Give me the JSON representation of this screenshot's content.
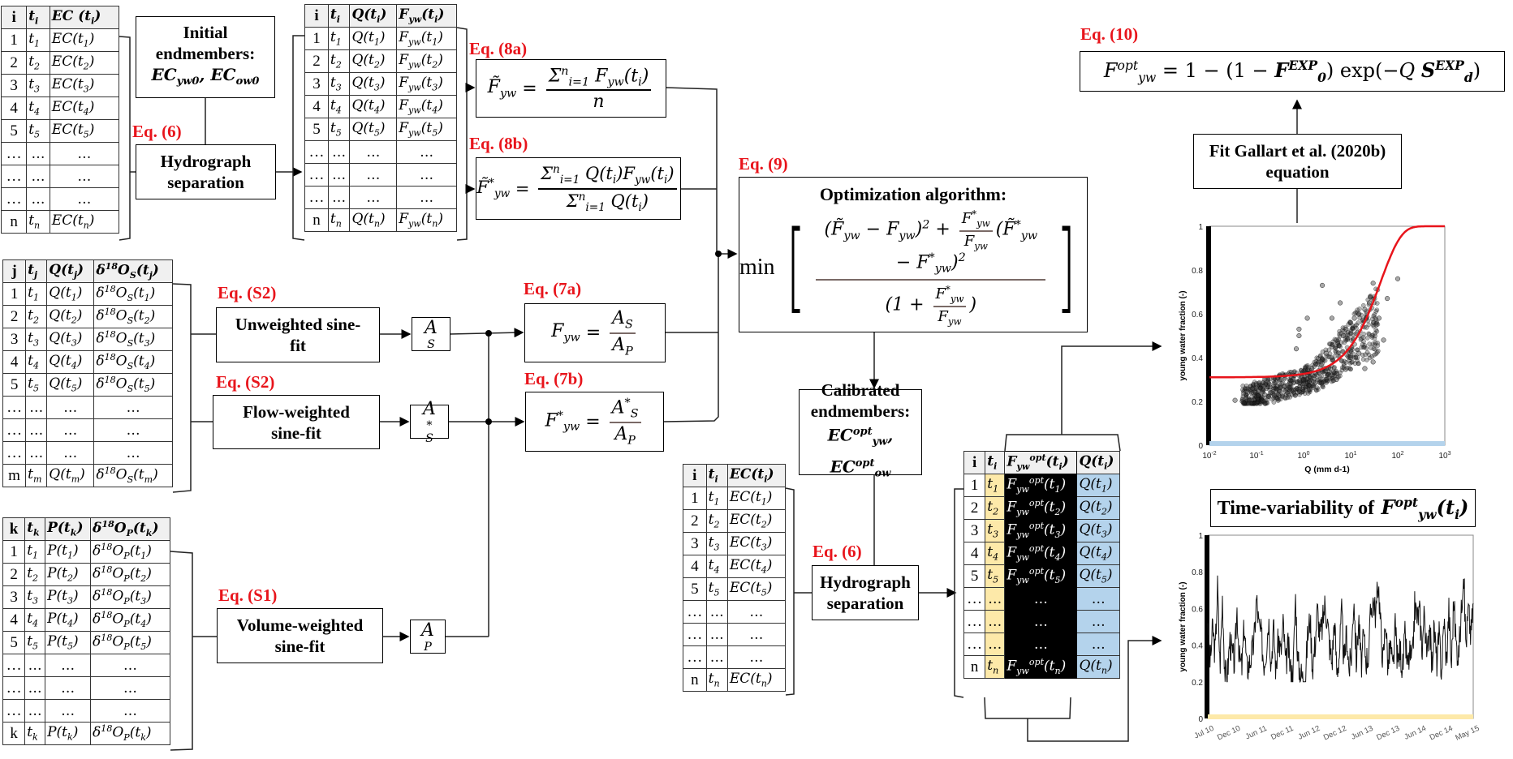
{
  "eq_labels": {
    "eq6_top": "Eq. (6)",
    "eq8a": "Eq. (8a)",
    "eq8b": "Eq. (8b)",
    "eq9": "Eq. (9)",
    "eq10": "Eq. (10)",
    "eqS2_a": "Eq. (S2)",
    "eqS2_b": "Eq. (S2)",
    "eq7a": "Eq. (7a)",
    "eq7b": "Eq. (7b)",
    "eqS1": "Eq. (S1)",
    "eq6_bottom": "Eq. (6)"
  },
  "boxes": {
    "initial_endmembers": {
      "line1": "Initial",
      "line2": "endmembers:",
      "line3": "ECyw0, ECow0"
    },
    "hydrograph_top": {
      "line1": "Hydrograph",
      "line2": "separation"
    },
    "hydrograph_bottom": {
      "line1": "Hydrograph",
      "line2": "separation"
    },
    "unweighted": {
      "line1": "Unweighted sine-",
      "line2": "fit"
    },
    "flow_weighted": {
      "line1": "Flow-weighted",
      "line2": "sine-fit"
    },
    "volume_weighted": {
      "line1": "Volume-weighted",
      "line2": "sine-fit"
    },
    "calibrated": {
      "line1": "Calibrated",
      "line2": "endmembers:",
      "line3": "ECyw^opt, ECow^opt"
    },
    "optimization": {
      "title": "Optimization algorithm:",
      "prefix": "min"
    },
    "fit_gallart": {
      "line1": "Fit Gallart et al. (2020b)",
      "line2": "equation"
    },
    "time_variability": {
      "title": "Time-variability of"
    },
    "amp_s": "A_S",
    "amp_s_star": "A_S*",
    "amp_p": "A_P"
  },
  "equations": {
    "eq8a": {
      "lhs": "F̃yw =",
      "num": "Σ_{i=1}^n Fyw(ti)",
      "den": "n"
    },
    "eq8b": {
      "lhs": "F̃*yw =",
      "num": "Σ_{i=1}^n Q(ti)Fyw(ti)",
      "den": "Σ_{i=1}^n Q(ti)"
    },
    "eq7a": {
      "lhs": "Fyw =",
      "num": "A_S",
      "den": "A_P"
    },
    "eq7b": {
      "lhs": "F*yw =",
      "num": "A*_S",
      "den": "A_P"
    },
    "eq10": "Fyw^opt = 1 − (1 − F0^EXP) exp(−Q Sd^EXP)"
  },
  "tables": {
    "ec_top": {
      "headers": [
        "i",
        "ti",
        "EC (ti)"
      ],
      "rows": [
        [
          "1",
          "t1",
          "EC(t1)"
        ],
        [
          "2",
          "t2",
          "EC(t2)"
        ],
        [
          "3",
          "t3",
          "EC(t3)"
        ],
        [
          "4",
          "t4",
          "EC(t4)"
        ],
        [
          "5",
          "t5",
          "EC(t5)"
        ],
        [
          "...",
          "...",
          "..."
        ],
        [
          "...",
          "...",
          "..."
        ],
        [
          "...",
          "...",
          "..."
        ],
        [
          "n",
          "tn",
          "EC(tn)"
        ]
      ]
    },
    "q_fyw": {
      "headers": [
        "i",
        "ti",
        "Q(ti)",
        "Fyw(ti)"
      ],
      "rows": [
        [
          "1",
          "t1",
          "Q(t1)",
          "Fyw(t1)"
        ],
        [
          "2",
          "t2",
          "Q(t2)",
          "Fyw(t2)"
        ],
        [
          "3",
          "t3",
          "Q(t3)",
          "Fyw(t3)"
        ],
        [
          "4",
          "t4",
          "Q(t4)",
          "Fyw(t4)"
        ],
        [
          "5",
          "t5",
          "Q(t5)",
          "Fyw(t5)"
        ],
        [
          "...",
          "...",
          "...",
          "..."
        ],
        [
          "...",
          "...",
          "...",
          "..."
        ],
        [
          "...",
          "...",
          "...",
          "..."
        ],
        [
          "n",
          "tn",
          "Q(tn)",
          "Fyw(tn)"
        ]
      ]
    },
    "streamflow": {
      "headers": [
        "j",
        "tj",
        "Q(tj)",
        "δ18OS(tj)"
      ],
      "rows": [
        [
          "1",
          "t1",
          "Q(t1)",
          "δ18OS(t1)"
        ],
        [
          "2",
          "t2",
          "Q(t2)",
          "δ18OS(t2)"
        ],
        [
          "3",
          "t3",
          "Q(t3)",
          "δ18OS(t3)"
        ],
        [
          "4",
          "t4",
          "Q(t4)",
          "δ18OS(t4)"
        ],
        [
          "5",
          "t5",
          "Q(t5)",
          "δ18OS(t5)"
        ],
        [
          "...",
          "...",
          "...",
          "..."
        ],
        [
          "...",
          "...",
          "...",
          "..."
        ],
        [
          "...",
          "...",
          "...",
          "..."
        ],
        [
          "m",
          "tm",
          "Q(tm)",
          "δ18OS(tm)"
        ]
      ]
    },
    "precip": {
      "headers": [
        "k",
        "tk",
        "P(tk)",
        "δ18OP(tk)"
      ],
      "rows": [
        [
          "1",
          "t1",
          "P(t1)",
          "δ18OP(t1)"
        ],
        [
          "2",
          "t2",
          "P(t2)",
          "δ18OP(t2)"
        ],
        [
          "3",
          "t3",
          "P(t3)",
          "δ18OP(t3)"
        ],
        [
          "4",
          "t4",
          "P(t4)",
          "δ18OP(t4)"
        ],
        [
          "5",
          "t5",
          "P(t5)",
          "δ18OP(t5)"
        ],
        [
          "...",
          "...",
          "...",
          "..."
        ],
        [
          "...",
          "...",
          "...",
          "..."
        ],
        [
          "...",
          "...",
          "...",
          "..."
        ],
        [
          "k",
          "tk",
          "P(tk)",
          "δ18OP(tk)"
        ]
      ]
    },
    "ec_bottom": {
      "headers": [
        "i",
        "ti",
        "EC(ti)"
      ],
      "rows": [
        [
          "1",
          "t1",
          "EC(t1)"
        ],
        [
          "2",
          "t2",
          "EC(t2)"
        ],
        [
          "3",
          "t3",
          "EC(t3)"
        ],
        [
          "4",
          "t4",
          "EC(t4)"
        ],
        [
          "5",
          "t5",
          "EC(t5)"
        ],
        [
          "...",
          "...",
          "..."
        ],
        [
          "...",
          "...",
          "..."
        ],
        [
          "...",
          "...",
          "..."
        ],
        [
          "n",
          "tn",
          "EC(tn)"
        ]
      ]
    },
    "fopt": {
      "headers": [
        "i",
        "ti",
        "Fyw^opt(ti)",
        "Q(ti)"
      ],
      "rows": [
        [
          "1",
          "t1",
          "Fyw^opt(t1)",
          "Q(t1)"
        ],
        [
          "2",
          "t2",
          "Fyw^opt(t2)",
          "Q(t2)"
        ],
        [
          "3",
          "t3",
          "Fyw^opt(t3)",
          "Q(t3)"
        ],
        [
          "4",
          "t4",
          "Fyw^opt(t4)",
          "Q(t4)"
        ],
        [
          "5",
          "t5",
          "Fyw^opt(t5)",
          "Q(t5)"
        ],
        [
          "...",
          "...",
          "...",
          "..."
        ],
        [
          "...",
          "...",
          "...",
          "..."
        ],
        [
          "...",
          "...",
          "...",
          "..."
        ],
        [
          "n",
          "tn",
          "Fyw^opt(tn)",
          "Q(tn)"
        ]
      ],
      "col_colors": {
        "ti": "#fde9a9",
        "fopt": "#000000",
        "q": "#b4d3ec"
      }
    }
  },
  "colors": {
    "eq_label": "#e8141b",
    "fit_line": "#e8141b",
    "scatter": "#333333",
    "ti_column": "#fde9a9",
    "q_column": "#b4d3ec"
  },
  "chart_data": [
    {
      "type": "scatter",
      "title": "",
      "xlabel": "Q (mm d-1)",
      "ylabel": "young water fraction (-)",
      "xscale": "log",
      "xlim": [
        0.01,
        1000
      ],
      "ylim": [
        0,
        1
      ],
      "xticks": [
        "10-2",
        "10-1",
        "100",
        "101",
        "102",
        "103"
      ],
      "yticks": [
        "0",
        "0.2",
        "0.4",
        "0.6",
        "0.8",
        "1"
      ],
      "fit_curve": {
        "name": "Gallart et al. fit",
        "F0": 0.31,
        "Sd": 0.023
      },
      "points_summary": "dense cloud of ~2000 points rising from ~0.2 at Q=0.03 to ~0.7 at Q=60",
      "points": [
        [
          0.035,
          0.205
        ],
        [
          0.05,
          0.2
        ],
        [
          0.07,
          0.205
        ],
        [
          0.1,
          0.22
        ],
        [
          0.15,
          0.23
        ],
        [
          0.2,
          0.24
        ],
        [
          0.3,
          0.25
        ],
        [
          0.4,
          0.27
        ],
        [
          0.5,
          0.28
        ],
        [
          0.6,
          0.3
        ],
        [
          0.7,
          0.44
        ],
        [
          0.8,
          0.53
        ],
        [
          0.8,
          0.5
        ],
        [
          1.0,
          0.3
        ],
        [
          1.2,
          0.58
        ],
        [
          1.3,
          0.33
        ],
        [
          1.5,
          0.35
        ],
        [
          2.0,
          0.37
        ],
        [
          2.5,
          0.73
        ],
        [
          2.5,
          0.39
        ],
        [
          3.0,
          0.42
        ],
        [
          3.0,
          0.3
        ],
        [
          4.0,
          0.45
        ],
        [
          4.0,
          0.58
        ],
        [
          5.0,
          0.48
        ],
        [
          5.0,
          0.3
        ],
        [
          6.0,
          0.65
        ],
        [
          7.0,
          0.5
        ],
        [
          8.0,
          0.53
        ],
        [
          10,
          0.56
        ],
        [
          10,
          0.4
        ],
        [
          12,
          0.58
        ],
        [
          15,
          0.6
        ],
        [
          15,
          0.42
        ],
        [
          20,
          0.62
        ],
        [
          20,
          0.35
        ],
        [
          25,
          0.65
        ],
        [
          30,
          0.74
        ],
        [
          30,
          0.38
        ],
        [
          35,
          0.55
        ],
        [
          40,
          0.58
        ],
        [
          50,
          0.48
        ],
        [
          60,
          0.67
        ],
        [
          100,
          0.76
        ]
      ]
    },
    {
      "type": "line",
      "title": "",
      "xlabel": "",
      "ylabel": "young water fraction (-)",
      "ylim": [
        0,
        1
      ],
      "xticks": [
        "Jul 10",
        "Dec 10",
        "Jun 11",
        "Dec 11",
        "Jun 12",
        "Dec 12",
        "Jun 13",
        "Dec 13",
        "Jun 14",
        "Dec 14",
        "May 15"
      ],
      "yticks": [
        "0",
        "0.2",
        "0.4",
        "0.6",
        "0.8",
        "1"
      ],
      "series": [
        {
          "name": "Fyw_opt(t)",
          "values": [
            0.55,
            0.3,
            0.5,
            0.35,
            0.72,
            0.28,
            0.66,
            0.25,
            0.22,
            0.43,
            0.35,
            0.3,
            0.6,
            0.32,
            0.28,
            0.52,
            0.27,
            0.3,
            0.35,
            0.42,
            0.66,
            0.5,
            0.45,
            0.3,
            0.38,
            0.55,
            0.3,
            0.5,
            0.25,
            0.45,
            0.35,
            0.52,
            0.28,
            0.4,
            0.26,
            0.24,
            0.67,
            0.3,
            0.25,
            0.22,
            0.2,
            0.45,
            0.55,
            0.28,
            0.4,
            0.6,
            0.45,
            0.5,
            0.62,
            0.55,
            0.4,
            0.3,
            0.55,
            0.25,
            0.35,
            0.58,
            0.28,
            0.48,
            0.26,
            0.35,
            0.68,
            0.3,
            0.55,
            0.28,
            0.45,
            0.32,
            0.35,
            0.6,
            0.65,
            0.56,
            0.76,
            0.5,
            0.3,
            0.55,
            0.28,
            0.4,
            0.25,
            0.5,
            0.3,
            0.38,
            0.26,
            0.45,
            0.28,
            0.35,
            0.3,
            0.62,
            0.55,
            0.58,
            0.38,
            0.6,
            0.3,
            0.55,
            0.28,
            0.5,
            0.3,
            0.45,
            0.25,
            0.55,
            0.3,
            0.6,
            0.28,
            0.65,
            0.4,
            0.35,
            0.55,
            0.83,
            0.4,
            0.6,
            0.45,
            0.63
          ]
        }
      ]
    }
  ]
}
